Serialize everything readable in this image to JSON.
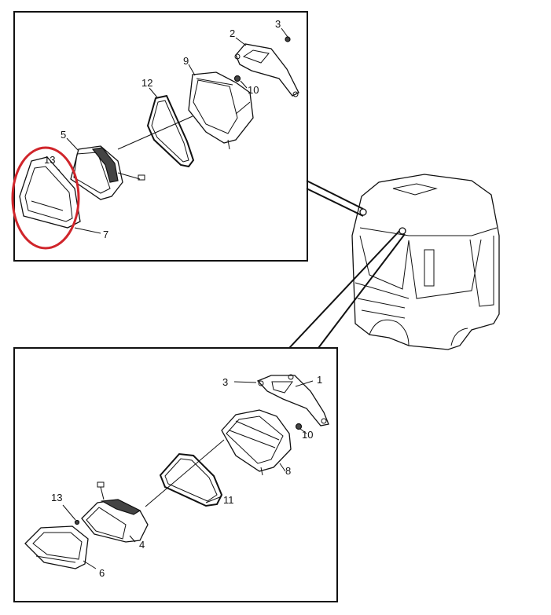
{
  "top_callouts": [
    {
      "id": "c2",
      "text": "2"
    },
    {
      "id": "c3",
      "text": "3"
    },
    {
      "id": "c9",
      "text": "9"
    },
    {
      "id": "c10",
      "text": "10"
    },
    {
      "id": "c12",
      "text": "12"
    },
    {
      "id": "c5",
      "text": "5"
    },
    {
      "id": "c13",
      "text": "13"
    },
    {
      "id": "c7",
      "text": "7"
    }
  ],
  "bottom_callouts": [
    {
      "id": "b3",
      "text": "3"
    },
    {
      "id": "b1",
      "text": "1"
    },
    {
      "id": "b10",
      "text": "10"
    },
    {
      "id": "b8",
      "text": "8"
    },
    {
      "id": "b11",
      "text": "11"
    },
    {
      "id": "b13",
      "text": "13"
    },
    {
      "id": "b4",
      "text": "4"
    },
    {
      "id": "b6",
      "text": "6"
    }
  ],
  "highlight_color": "#d0252b",
  "line_color": "#111111"
}
